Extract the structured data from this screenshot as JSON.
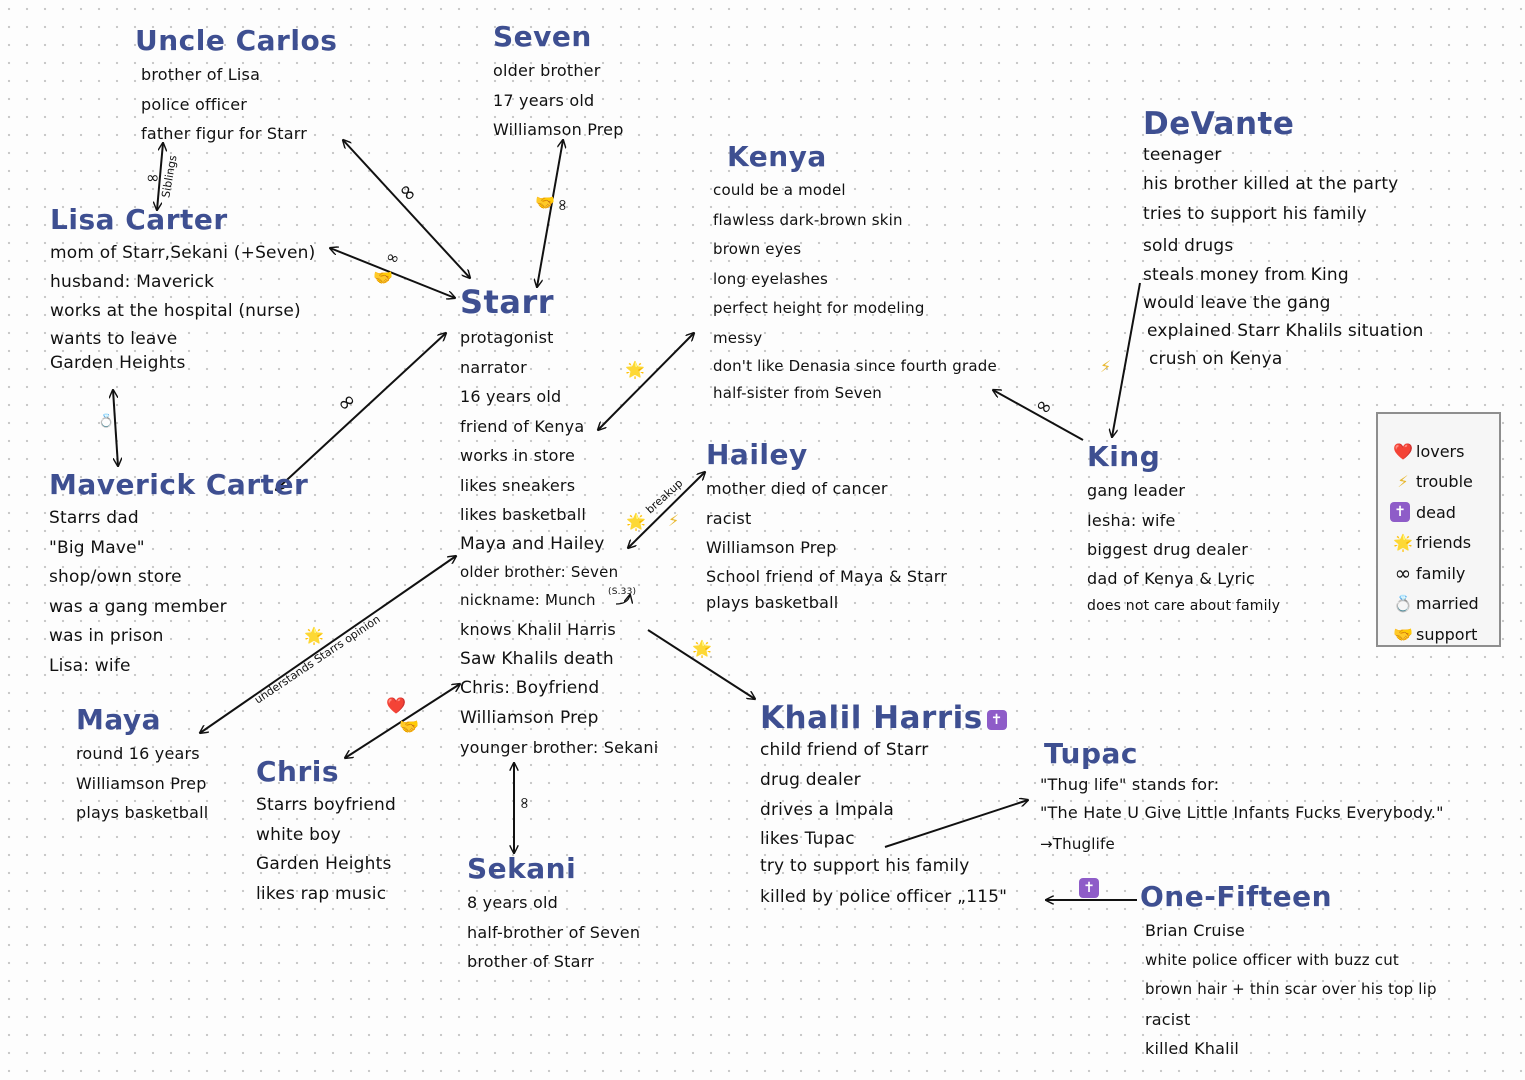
{
  "characters": {
    "uncle_carlos": {
      "name": "Uncle Carlos",
      "lines": [
        "brother of Lisa",
        "police officer",
        "father figur for Starr"
      ]
    },
    "seven": {
      "name": "Seven",
      "lines": [
        "older brother",
        "17 years old",
        "Williamson Prep"
      ]
    },
    "lisa": {
      "name": "Lisa Carter",
      "lines": [
        "mom of Starr,Sekani (+Seven)",
        "husband: Maverick",
        "works at the hospital (nurse)",
        "wants to leave",
        "Garden Heights"
      ]
    },
    "starr": {
      "name": "Starr",
      "lines": [
        "protagonist",
        "narrator",
        "16 years old",
        "friend of Kenya",
        "works in store",
        "likes sneakers",
        "likes basketball",
        "Maya and Hailey",
        "older brother: Seven",
        "nickname: Munch",
        "knows Khalil Harris",
        "Saw Khalils death",
        "Chris: Boyfriend",
        "Williamson Prep",
        "younger brother: Sekani"
      ],
      "nickname_note": "(S.33)"
    },
    "kenya": {
      "name": "Kenya",
      "lines": [
        "could be a model",
        "flawless dark-brown skin",
        "brown eyes",
        "long eyelashes",
        "perfect height for modeling",
        "messy",
        "don't like Denasia since fourth grade",
        "half-sister from Seven"
      ]
    },
    "devante": {
      "name": "DeVante",
      "lines": [
        "teenager",
        "his brother killed at the party",
        "tries to support his family",
        "sold drugs",
        "steals money from King",
        "would leave the gang",
        "explained Starr Khalils situation",
        "crush on Kenya"
      ]
    },
    "maverick": {
      "name": "Maverick Carter",
      "lines": [
        "Starrs dad",
        "\"Big Mave\"",
        "shop/own store",
        "was a gang member",
        "was in prison",
        "Lisa: wife"
      ]
    },
    "hailey": {
      "name": "Hailey",
      "lines": [
        "mother died of cancer",
        "racist",
        "Williamson Prep",
        "School friend of Maya & Starr",
        "plays basketball"
      ]
    },
    "king": {
      "name": "King",
      "lines": [
        "gang leader",
        "Iesha: wife",
        "biggest drug dealer",
        "dad of Kenya & Lyric",
        "does not care about family"
      ]
    },
    "maya": {
      "name": "Maya",
      "lines": [
        "round 16 years",
        "Williamson Prep",
        "plays basketball"
      ]
    },
    "chris": {
      "name": "Chris",
      "lines": [
        "Starrs boyfriend",
        "white boy",
        "Garden Heights",
        "likes rap music"
      ]
    },
    "khalil": {
      "name": "Khalil Harris",
      "lines": [
        "child friend of Starr",
        "drug dealer",
        "drives a Impala",
        "likes Tupac",
        "try to support his family",
        "killed by police officer „115\""
      ]
    },
    "tupac": {
      "name": "Tupac",
      "lines": [
        "\"Thug life\" stands for:",
        "\"The Hate U Give Little Infants Fucks Everybody.\"",
        "→Thuglife"
      ]
    },
    "sekani": {
      "name": "Sekani",
      "lines": [
        "8 years old",
        "half-brother of Seven",
        "brother of Starr"
      ]
    },
    "one_fifteen": {
      "name": "One-Fifteen",
      "lines": [
        "Brian Cruise",
        "white police officer with buzz cut",
        "brown hair + thin scar over his top lip",
        "racist",
        "killed Khalil"
      ]
    }
  },
  "edge_labels": {
    "siblings": "Siblings",
    "breakup": "breakup",
    "understands": "understands Starrs opinion"
  },
  "legend": [
    {
      "icon": "❤️",
      "label": "lovers"
    },
    {
      "icon": "⚡",
      "label": "trouble"
    },
    {
      "icon": "✝",
      "label": "dead"
    },
    {
      "icon": "🌟",
      "label": "friends"
    },
    {
      "icon": "∞",
      "label": "family"
    },
    {
      "icon": "💍",
      "label": "married"
    },
    {
      "icon": "🤝",
      "label": "support"
    }
  ],
  "colors": {
    "name": "#3e4f91",
    "dead": "#8e5cc8",
    "line": "#111111"
  }
}
